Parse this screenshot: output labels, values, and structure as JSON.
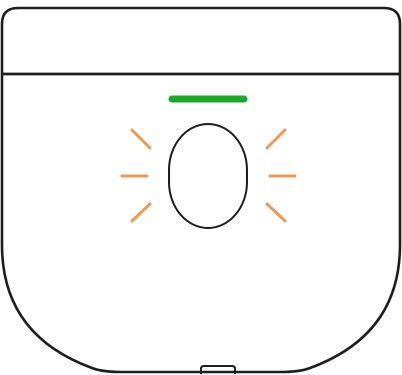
{
  "device": {
    "name": "charging case",
    "lid_state": "closed",
    "status_light": {
      "state": "on",
      "color": "#1aaa2a"
    },
    "button": {
      "state": "pressed",
      "indicator_color": "#ee9a55"
    },
    "outline_color": "#1e1e1e",
    "body_color": "#ffffff"
  }
}
